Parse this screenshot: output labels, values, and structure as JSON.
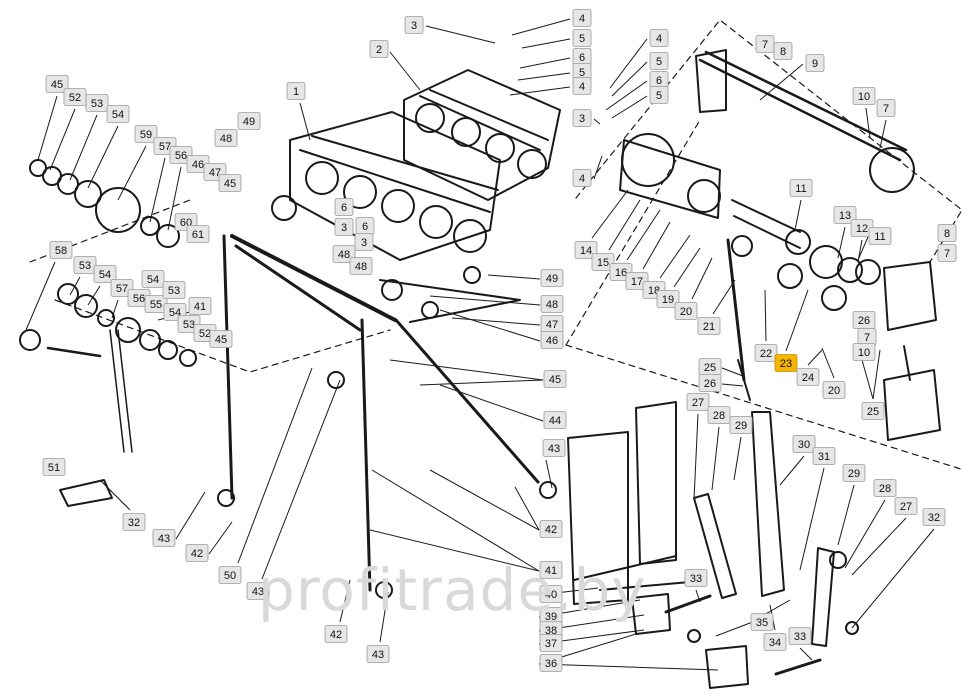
{
  "watermark": "profitrade.by",
  "highlight_color": "#f5b400",
  "callouts": [
    {
      "id": "c-3a",
      "text": "3"
    },
    {
      "id": "c-4a",
      "text": "4"
    },
    {
      "id": "c-5a",
      "text": "5"
    },
    {
      "id": "c-6a",
      "text": "6"
    },
    {
      "id": "c-5b",
      "text": "5"
    },
    {
      "id": "c-4b",
      "text": "4"
    },
    {
      "id": "c-2",
      "text": "2"
    },
    {
      "id": "c-4c",
      "text": "4"
    },
    {
      "id": "c-5c",
      "text": "5"
    },
    {
      "id": "c-6b",
      "text": "6"
    },
    {
      "id": "c-5d",
      "text": "5"
    },
    {
      "id": "c-3b",
      "text": "3"
    },
    {
      "id": "c-4d",
      "text": "4"
    },
    {
      "id": "c-7a",
      "text": "7"
    },
    {
      "id": "c-8a",
      "text": "8"
    },
    {
      "id": "c-9",
      "text": "9"
    },
    {
      "id": "c-10a",
      "text": "10"
    },
    {
      "id": "c-7b",
      "text": "7"
    },
    {
      "id": "c-45a",
      "text": "45"
    },
    {
      "id": "c-52a",
      "text": "52"
    },
    {
      "id": "c-53a",
      "text": "53"
    },
    {
      "id": "c-54a",
      "text": "54"
    },
    {
      "id": "c-59",
      "text": "59"
    },
    {
      "id": "c-57a",
      "text": "57"
    },
    {
      "id": "c-56a",
      "text": "56"
    },
    {
      "id": "c-46a",
      "text": "46"
    },
    {
      "id": "c-47a",
      "text": "47"
    },
    {
      "id": "c-45b",
      "text": "45"
    },
    {
      "id": "c-48a",
      "text": "48"
    },
    {
      "id": "c-49a",
      "text": "49"
    },
    {
      "id": "c-1",
      "text": "1"
    },
    {
      "id": "c-60",
      "text": "60"
    },
    {
      "id": "c-61",
      "text": "61"
    },
    {
      "id": "c-6c",
      "text": "6"
    },
    {
      "id": "c-3c",
      "text": "3"
    },
    {
      "id": "c-6d",
      "text": "6"
    },
    {
      "id": "c-3d",
      "text": "3"
    },
    {
      "id": "c-48b",
      "text": "48"
    },
    {
      "id": "c-48c",
      "text": "48"
    },
    {
      "id": "c-14",
      "text": "14"
    },
    {
      "id": "c-15",
      "text": "15"
    },
    {
      "id": "c-16",
      "text": "16"
    },
    {
      "id": "c-17",
      "text": "17"
    },
    {
      "id": "c-18",
      "text": "18"
    },
    {
      "id": "c-19",
      "text": "19"
    },
    {
      "id": "c-20a",
      "text": "20"
    },
    {
      "id": "c-21",
      "text": "21"
    },
    {
      "id": "c-11a",
      "text": "11"
    },
    {
      "id": "c-13",
      "text": "13"
    },
    {
      "id": "c-12",
      "text": "12"
    },
    {
      "id": "c-11b",
      "text": "11"
    },
    {
      "id": "c-8b",
      "text": "8"
    },
    {
      "id": "c-7c",
      "text": "7"
    },
    {
      "id": "c-58",
      "text": "58"
    },
    {
      "id": "c-53b",
      "text": "53"
    },
    {
      "id": "c-54b",
      "text": "54"
    },
    {
      "id": "c-57b",
      "text": "57"
    },
    {
      "id": "c-56b",
      "text": "56"
    },
    {
      "id": "c-55",
      "text": "55"
    },
    {
      "id": "c-54c",
      "text": "54"
    },
    {
      "id": "c-53c",
      "text": "53"
    },
    {
      "id": "c-54d",
      "text": "54"
    },
    {
      "id": "c-53d",
      "text": "53"
    },
    {
      "id": "c-52b",
      "text": "52"
    },
    {
      "id": "c-45c",
      "text": "45"
    },
    {
      "id": "c-41a",
      "text": "41"
    },
    {
      "id": "c-49b",
      "text": "49"
    },
    {
      "id": "c-48d",
      "text": "48"
    },
    {
      "id": "c-47b",
      "text": "47"
    },
    {
      "id": "c-46b",
      "text": "46"
    },
    {
      "id": "c-45d",
      "text": "45"
    },
    {
      "id": "c-44",
      "text": "44"
    },
    {
      "id": "c-43a",
      "text": "43"
    },
    {
      "id": "c-42a",
      "text": "42"
    },
    {
      "id": "c-22",
      "text": "22"
    },
    {
      "id": "c-23",
      "text": "23",
      "highlight": true
    },
    {
      "id": "c-25a",
      "text": "25"
    },
    {
      "id": "c-26a",
      "text": "26"
    },
    {
      "id": "c-24",
      "text": "24"
    },
    {
      "id": "c-20b",
      "text": "20"
    },
    {
      "id": "c-26b",
      "text": "26"
    },
    {
      "id": "c-7d",
      "text": "7"
    },
    {
      "id": "c-10b",
      "text": "10"
    },
    {
      "id": "c-25b",
      "text": "25"
    },
    {
      "id": "c-27a",
      "text": "27"
    },
    {
      "id": "c-28a",
      "text": "28"
    },
    {
      "id": "c-29a",
      "text": "29"
    },
    {
      "id": "c-30",
      "text": "30"
    },
    {
      "id": "c-31",
      "text": "31"
    },
    {
      "id": "c-29b",
      "text": "29"
    },
    {
      "id": "c-28b",
      "text": "28"
    },
    {
      "id": "c-27b",
      "text": "27"
    },
    {
      "id": "c-32a",
      "text": "32"
    },
    {
      "id": "c-51",
      "text": "51"
    },
    {
      "id": "c-32b",
      "text": "32"
    },
    {
      "id": "c-43b",
      "text": "43"
    },
    {
      "id": "c-42b",
      "text": "42"
    },
    {
      "id": "c-50",
      "text": "50"
    },
    {
      "id": "c-43c",
      "text": "43"
    },
    {
      "id": "c-41b",
      "text": "41"
    },
    {
      "id": "c-42c",
      "text": "42"
    },
    {
      "id": "c-43d",
      "text": "43"
    },
    {
      "id": "c-40",
      "text": "40"
    },
    {
      "id": "c-39",
      "text": "39"
    },
    {
      "id": "c-38",
      "text": "38"
    },
    {
      "id": "c-37",
      "text": "37"
    },
    {
      "id": "c-36",
      "text": "36"
    },
    {
      "id": "c-33a",
      "text": "33"
    },
    {
      "id": "c-35",
      "text": "35"
    },
    {
      "id": "c-34",
      "text": "34"
    },
    {
      "id": "c-33b",
      "text": "33"
    }
  ]
}
